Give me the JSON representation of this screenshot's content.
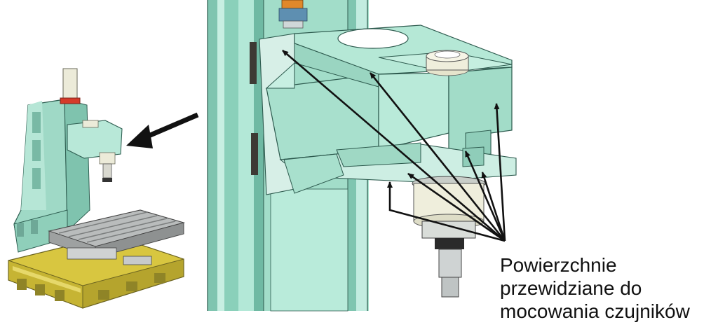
{
  "caption": {
    "line1": "Powierzchnie",
    "line2": "przewidziane do",
    "line3": "mocowania czujników"
  },
  "colors": {
    "machine_green": "#a9e3cf",
    "machine_green_dark": "#6fb9a3",
    "base_yellow": "#d8c640",
    "table_grey": "#b9bcbc",
    "column_green": "#9fd9c6",
    "spindle_cream": "#efeedc",
    "accent_red": "#d53a2a",
    "accent_orange": "#e0882b",
    "arrow": "#111111"
  }
}
